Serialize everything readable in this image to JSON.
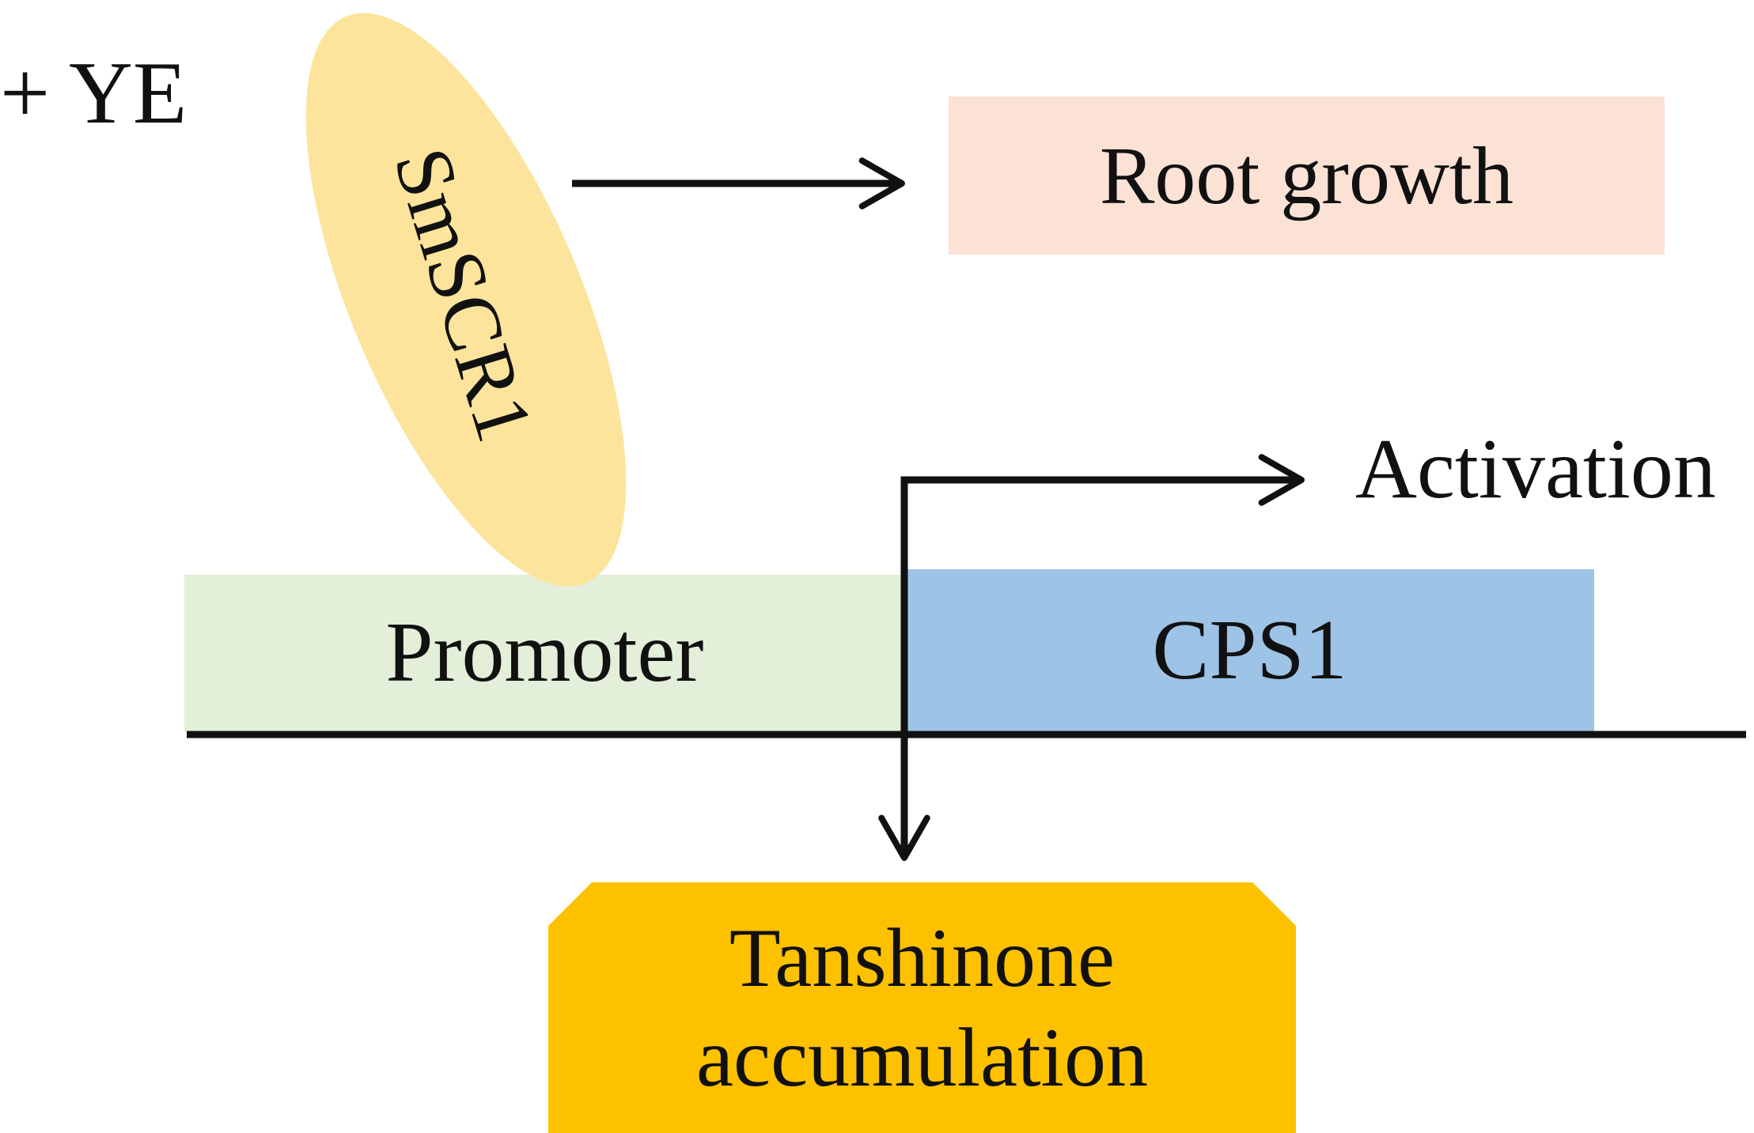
{
  "labels": {
    "ye": "+ YE",
    "smscr1": "SmSCR1",
    "root_growth": "Root growth",
    "activation": "Activation",
    "promoter": "Promoter",
    "cps1": "CPS1",
    "tanshinone_line1": "Tanshinone",
    "tanshinone_line2": "accumulation"
  },
  "colors": {
    "smscr1_fill": "#fce49c",
    "root_growth_fill": "#fbe2d5",
    "promoter_fill": "#e3efd9",
    "cps1_fill": "#9dc3e6",
    "tanshinone_fill": "#fdc100",
    "line": "#111111"
  }
}
